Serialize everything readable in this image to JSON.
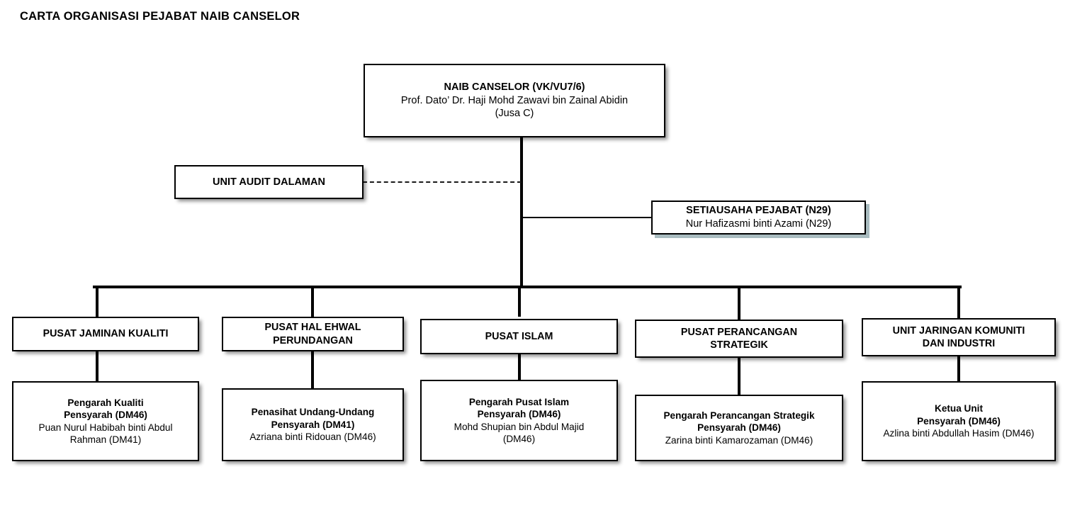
{
  "title": "CARTA ORGANISASI PEJABAT NAIB CANSELOR",
  "root": {
    "title": "NAIB CANSELOR (VK/VU7/6)",
    "name": "Prof. Dato’ Dr. Haji Mohd Zawavi bin Zainal Abidin",
    "grade": "(Jusa C)"
  },
  "audit": {
    "title": "UNIT AUDIT DALAMAN"
  },
  "secretary": {
    "title": "SETIAUSAHA PEJABAT (N29)",
    "name": "Nur Hafizasmi binti Azami (N29)"
  },
  "departments": [
    {
      "unit_line1": "PUSAT JAMINAN KUALITI",
      "unit_line2": "",
      "person_line1": "Pengarah Kualiti",
      "person_line2": "Pensyarah (DM46)",
      "person_line3": "Puan Nurul Habibah binti Abdul",
      "person_line4": "Rahman (DM41)"
    },
    {
      "unit_line1": "PUSAT HAL EHWAL",
      "unit_line2": "PERUNDANGAN",
      "person_line1": "Penasihat Undang-Undang",
      "person_line2": "Pensyarah (DM41)",
      "person_line3": "Azriana binti Ridouan (DM46)",
      "person_line4": ""
    },
    {
      "unit_line1": "PUSAT ISLAM",
      "unit_line2": "",
      "person_line1": "Pengarah Pusat Islam",
      "person_line2": "Pensyarah (DM46)",
      "person_line3": "Mohd Shupian bin Abdul Majid",
      "person_line4": "(DM46)"
    },
    {
      "unit_line1": "PUSAT PERANCANGAN",
      "unit_line2": "STRATEGIK",
      "person_line1": "Pengarah Perancangan Strategik",
      "person_line2": "Pensyarah (DM46)",
      "person_line3": "Zarina binti Kamarozaman (DM46)",
      "person_line4": ""
    },
    {
      "unit_line1": "UNIT JARINGAN KOMUNITI",
      "unit_line2": "DAN INDUSTRI",
      "person_line1": "Ketua Unit",
      "person_line2": "Pensyarah (DM46)",
      "person_line3": "Azlina binti Abdullah Hasim (DM46)",
      "person_line4": ""
    }
  ],
  "colors": {
    "line": "#000000",
    "box_border": "#000000",
    "box_fill": "#ffffff",
    "secretary_shadow": "#a9bcc0",
    "page_background": "#ffffff"
  }
}
